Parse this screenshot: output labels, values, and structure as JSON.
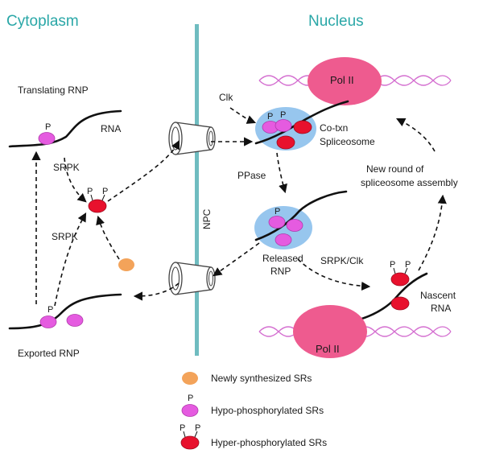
{
  "regions": {
    "cytoplasm": "Cytoplasm",
    "nucleus": "Nucleus"
  },
  "membrane": {
    "label": "NPC"
  },
  "labels": {
    "translating_rnp": "Translating RNP",
    "rna": "RNA",
    "srpk_top": "SRPK",
    "srpk_bottom": "SRPK",
    "exported_rnp": "Exported RNP",
    "clk": "Clk",
    "co_txn_line1": "Co-txn",
    "co_txn_line2": "Spliceosome",
    "ppase": "PPase",
    "released_line1": "Released",
    "released_line2": "RNP",
    "srpk_clk": "SRPK/Clk",
    "new_round_line1": "New round of",
    "new_round_line2": "spliceosome assembly",
    "nascent_line1": "Nascent",
    "nascent_line2": "RNA",
    "pol_ii_top": "Pol II",
    "pol_ii_bottom": "Pol II",
    "phospho": "P"
  },
  "legend": [
    {
      "kind": "newly",
      "label": "Newly synthesized SRs"
    },
    {
      "kind": "hypo",
      "label": "Hypo-phosphorylated SRs"
    },
    {
      "kind": "hyper",
      "label": "Hyper-phosphorylated SRs"
    }
  ],
  "colors": {
    "title_teal": "#2aa7a7",
    "membrane": "#6fbcc0",
    "hyper_red": "#e8112d",
    "hypo_magenta": "#e55be0",
    "newly_orange": "#f3a35a",
    "pol_ii_pink": "#ee5b8f",
    "spliceosome_blue": "#8cc0ec",
    "dna_helix": "#d46fd0"
  }
}
